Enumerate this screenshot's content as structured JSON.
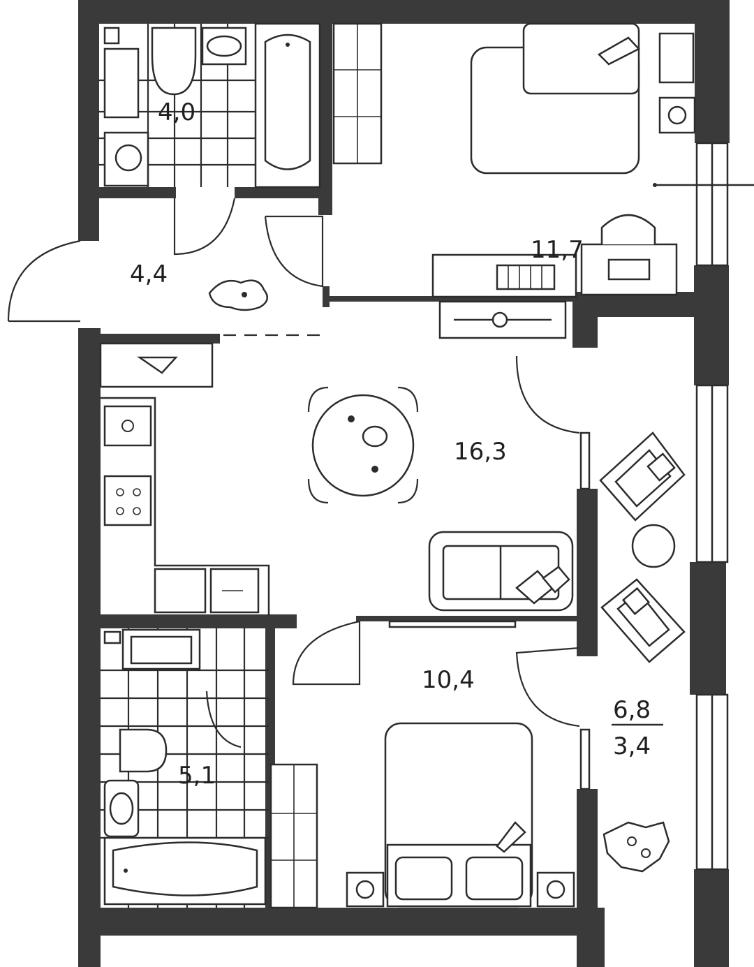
{
  "plan": {
    "areas": {
      "bathroom_top": "4,0",
      "hall": "4,4",
      "bedroom_top": "11,7",
      "living_kitchen": "16,3",
      "bedroom_bottom": "10,4",
      "bathroom_bottom": "5,1",
      "balcony_total": "6,8",
      "balcony_reduced": "3,4"
    }
  }
}
